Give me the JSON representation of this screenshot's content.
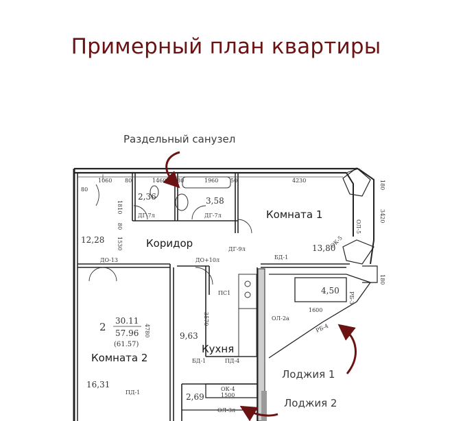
{
  "title": "Примерный план квартиры",
  "callouts": {
    "bathroom": "Раздельный санузел",
    "loggia1": "Лоджия 1",
    "loggia2": "Лоджия 2"
  },
  "rooms": {
    "room1": "Комната 1",
    "room2": "Комната 2",
    "corridor": "Коридор",
    "kitchen": "Кухня"
  },
  "areas": {
    "a236": "2,36",
    "a358": "3,58",
    "a1228": "12,28",
    "a1380": "13,80",
    "a450": "4,50",
    "a963": "9,63",
    "a1631": "16,31",
    "a269": "2,69",
    "apt_rooms": "2",
    "apt_living": "30.11",
    "apt_total": "57.96",
    "apt_with_loggia": "(61.57)"
  },
  "marks": {
    "m1060": "1060",
    "m80a": "80",
    "m1460": "1460",
    "m80b": "80",
    "m1960": "1960",
    "m50": "50",
    "m4230": "4230",
    "m80c": "80",
    "m1810": "1810",
    "m80d": "80",
    "m1530": "1530",
    "m3570": "3570",
    "m4780": "4780",
    "m3420": "3420",
    "m1180": "180",
    "m2180": "180",
    "dg7a": "ДГ-7л",
    "dg7b": "ДГ-7л",
    "dg9": "ДГ-9л",
    "do13": "ДО-13",
    "do10": "ДО+10л",
    "bd1a": "БД-1",
    "bd1b": "БД-1",
    "pd4": "ПД-4",
    "pd1": "ПД-1",
    "ok4": "ОК-4",
    "m1500": "1500",
    "ol2a": "ОЛ-2а",
    "rb4": "РБ-4",
    "m1600": "1600",
    "ol3a": "ОЛ-3л",
    "ol5": "ОЛ-5",
    "pb3": "РБ-3",
    "ok5": "ОК-5",
    "pc1": "ПС1"
  }
}
